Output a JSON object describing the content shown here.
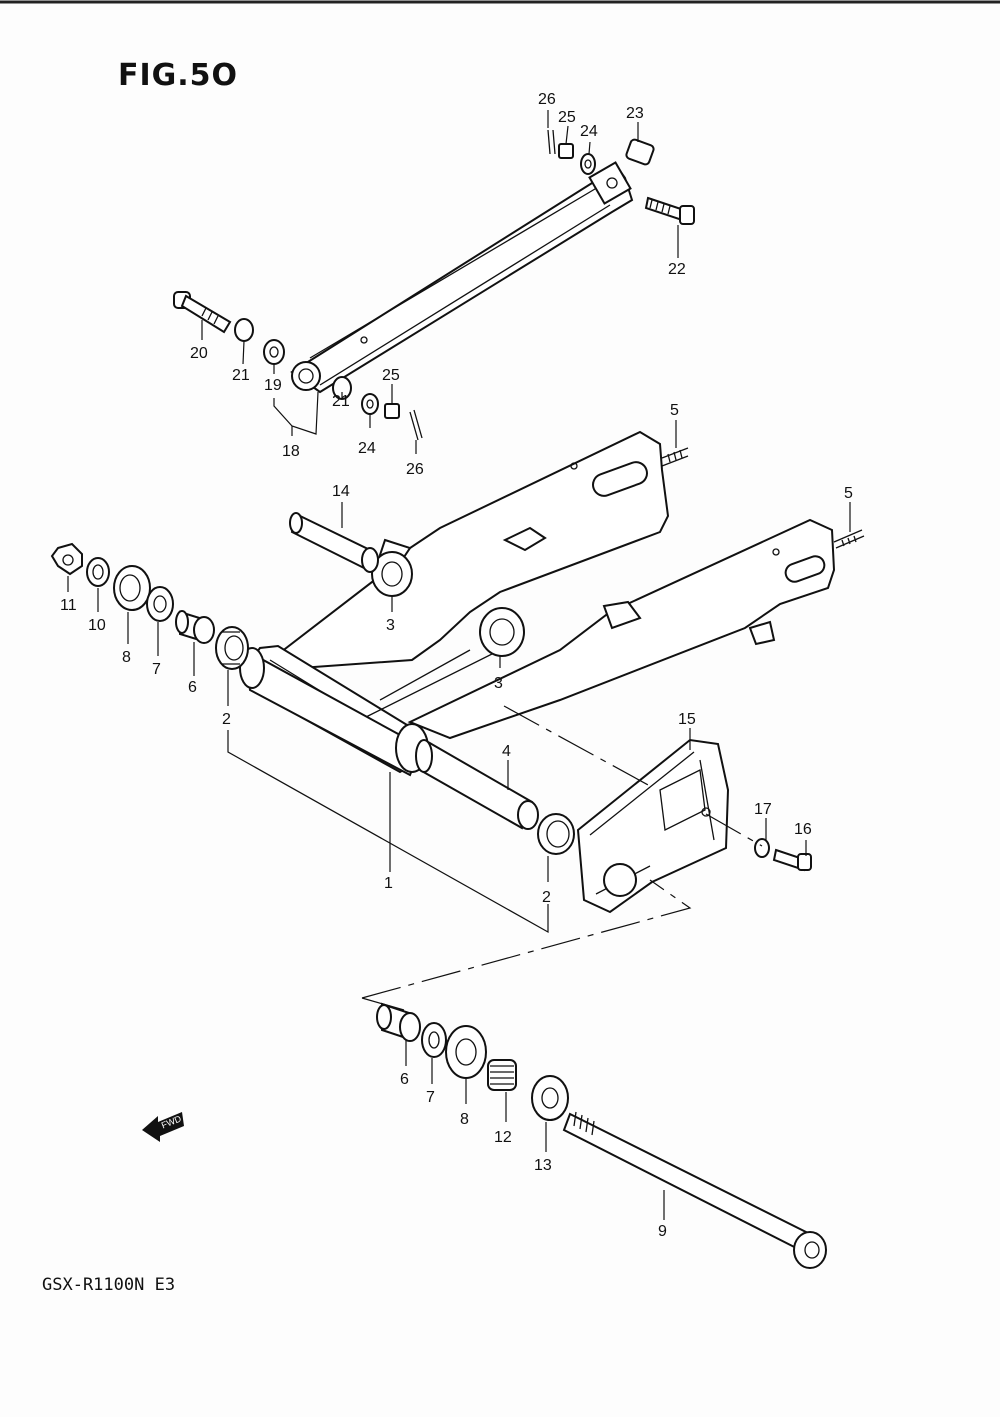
{
  "figure": {
    "title": "FIG.5O"
  },
  "model": {
    "code": "GSX-R1100N E3"
  },
  "direction_badge": {
    "text": "FWD"
  },
  "callouts": [
    {
      "id": "c26a",
      "text": "26"
    },
    {
      "id": "c25a",
      "text": "25"
    },
    {
      "id": "c24a",
      "text": "24"
    },
    {
      "id": "c23",
      "text": "23"
    },
    {
      "id": "c22",
      "text": "22"
    },
    {
      "id": "c20",
      "text": "20"
    },
    {
      "id": "c21a",
      "text": "21"
    },
    {
      "id": "c19",
      "text": "19"
    },
    {
      "id": "c18",
      "text": "18"
    },
    {
      "id": "c21b",
      "text": "21"
    },
    {
      "id": "c24b",
      "text": "24"
    },
    {
      "id": "c25b",
      "text": "25"
    },
    {
      "id": "c26b",
      "text": "26"
    },
    {
      "id": "c5a",
      "text": "5"
    },
    {
      "id": "c5b",
      "text": "5"
    },
    {
      "id": "c14",
      "text": "14"
    },
    {
      "id": "c11",
      "text": "11"
    },
    {
      "id": "c10",
      "text": "10"
    },
    {
      "id": "c8a",
      "text": "8"
    },
    {
      "id": "c7a",
      "text": "7"
    },
    {
      "id": "c6a",
      "text": "6"
    },
    {
      "id": "c2a",
      "text": "2"
    },
    {
      "id": "c3a",
      "text": "3"
    },
    {
      "id": "c3b",
      "text": "3"
    },
    {
      "id": "c1",
      "text": "1"
    },
    {
      "id": "c4",
      "text": "4"
    },
    {
      "id": "c2b",
      "text": "2"
    },
    {
      "id": "c15",
      "text": "15"
    },
    {
      "id": "c17",
      "text": "17"
    },
    {
      "id": "c16",
      "text": "16"
    },
    {
      "id": "c6b",
      "text": "6"
    },
    {
      "id": "c7b",
      "text": "7"
    },
    {
      "id": "c8b",
      "text": "8"
    },
    {
      "id": "c12",
      "text": "12"
    },
    {
      "id": "c13",
      "text": "13"
    },
    {
      "id": "c9",
      "text": "9"
    }
  ]
}
